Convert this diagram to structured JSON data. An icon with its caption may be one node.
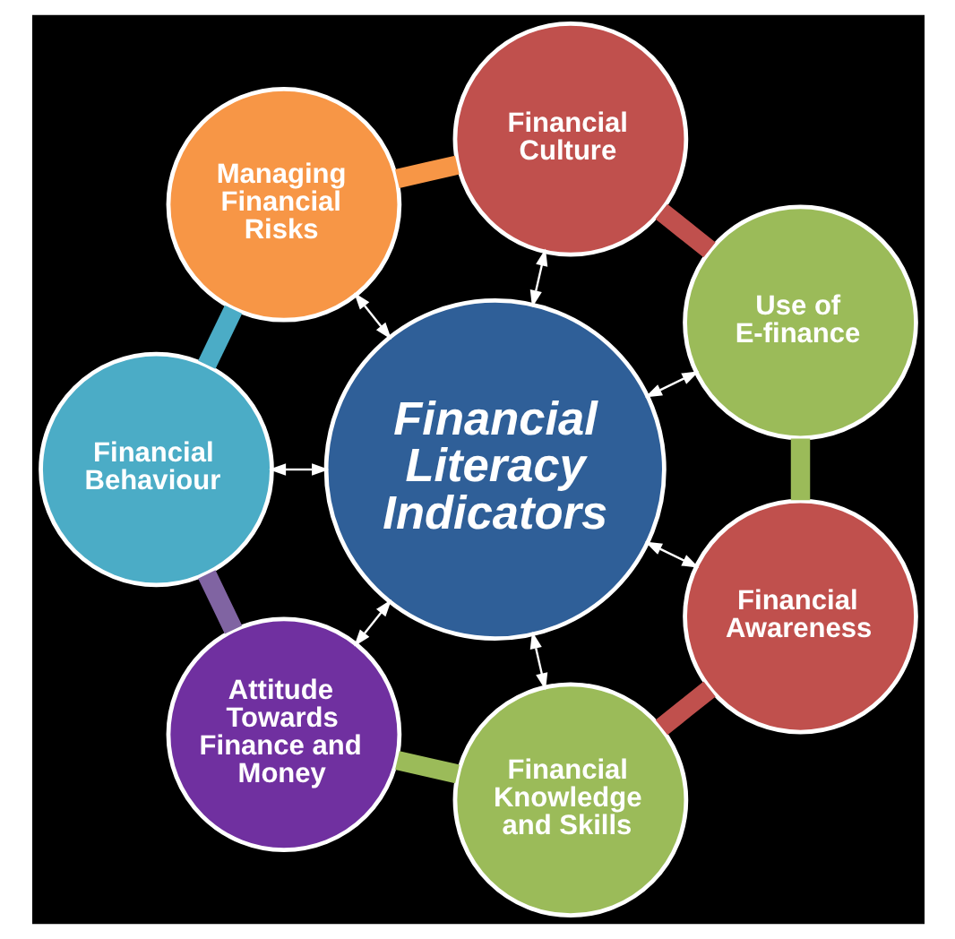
{
  "diagram": {
    "nodes": [
      {
        "text": [
          "Financial Literacy Indicators"
        ]
      },
      {
        "text": [
          "Financial Awareness"
        ]
      },
      {
        "text": [
          "Financial Knowledge and Skills"
        ]
      },
      {
        "text": [
          "Attitude Towards Finance and Money"
        ]
      },
      {
        "text": [
          "Financial Behaviour"
        ]
      },
      {
        "text": [
          "Managing Financial Risks"
        ]
      },
      {
        "text": [
          "Financial Culture"
        ]
      },
      {
        "text": [
          "Use of E-finance"
        ]
      }
    ],
    "edges": [
      {
        "from": 0,
        "to": 1,
        "arrow": "both"
      },
      {
        "from": 0,
        "to": 2,
        "arrow": "both"
      },
      {
        "from": 0,
        "to": 3,
        "arrow": "both"
      },
      {
        "from": 0,
        "to": 4,
        "arrow": "both"
      },
      {
        "from": 0,
        "to": 5,
        "arrow": "both"
      },
      {
        "from": 0,
        "to": 6,
        "arrow": "both"
      },
      {
        "from": 0,
        "to": 7,
        "arrow": "both"
      },
      {
        "from": 1,
        "to": 2,
        "arrow": "none",
        "style": "thick",
        "color": "#c0504d"
      },
      {
        "from": 2,
        "to": 3,
        "arrow": "none",
        "style": "thick",
        "color": "#9bbb59"
      },
      {
        "from": 3,
        "to": 4,
        "arrow": "none",
        "style": "thick",
        "color": "#8064a2"
      },
      {
        "from": 4,
        "to": 5,
        "arrow": "none",
        "style": "thick",
        "color": "#4bacc6"
      },
      {
        "from": 5,
        "to": 6,
        "arrow": "none",
        "style": "thick",
        "color": "#f79646"
      },
      {
        "from": 6,
        "to": 7,
        "arrow": "none",
        "style": "thick",
        "color": "#c0504d"
      },
      {
        "from": 7,
        "to": 1,
        "arrow": "none",
        "style": "thick",
        "color": "#9bbb59"
      }
    ]
  }
}
